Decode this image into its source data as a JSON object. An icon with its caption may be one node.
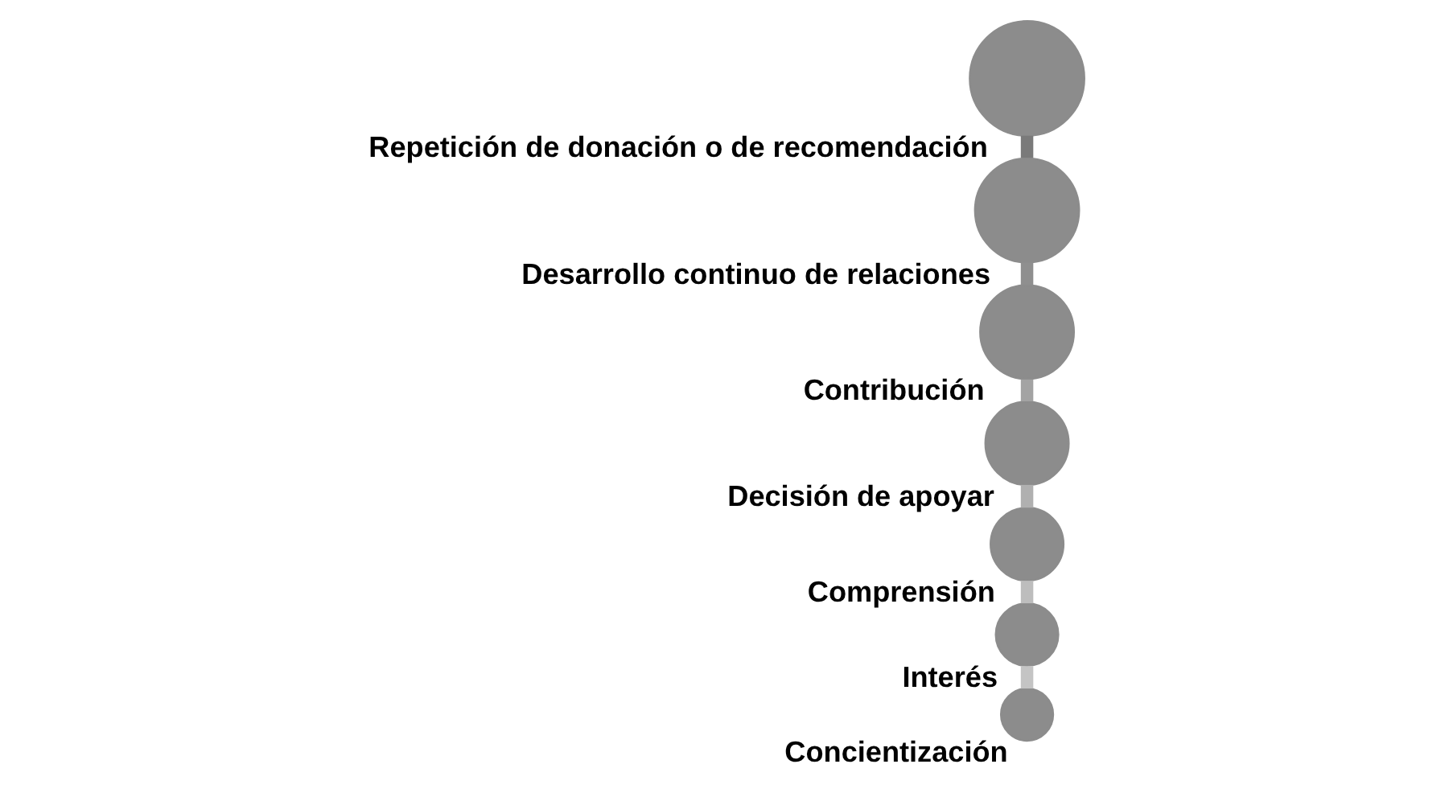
{
  "diagram": {
    "nodes": [
      {
        "text": [],
        "shape": "circle",
        "beside": [
          "Concientización"
        ]
      },
      {
        "text": [],
        "shape": "circle",
        "beside": [
          "Interés"
        ]
      },
      {
        "text": [],
        "shape": "circle",
        "beside": [
          "Comprensión"
        ]
      },
      {
        "text": [],
        "shape": "circle",
        "beside": [
          "Decisión de apoyar"
        ]
      },
      {
        "text": [],
        "shape": "circle",
        "beside": [
          "Contribución"
        ]
      },
      {
        "text": [],
        "shape": "circle",
        "beside": [
          "Desarrollo continuo de relaciones"
        ]
      },
      {
        "text": [],
        "shape": "circle",
        "beside": [
          "Repetición de donación o de recomendación"
        ]
      }
    ],
    "edges": [
      {
        "from": 0,
        "to": 1,
        "arrow": "none",
        "color": "#c4c4c4"
      },
      {
        "from": 1,
        "to": 2,
        "arrow": "none",
        "color": "#bdbdbd"
      },
      {
        "from": 2,
        "to": 3,
        "arrow": "none",
        "color": "#b0b0b0"
      },
      {
        "from": 3,
        "to": 4,
        "arrow": "none",
        "color": "#a3a3a3"
      },
      {
        "from": 4,
        "to": 5,
        "arrow": "none",
        "color": "#8f8f8f"
      },
      {
        "from": 5,
        "to": 6,
        "arrow": "none",
        "color": "#7a7a7a"
      }
    ]
  }
}
